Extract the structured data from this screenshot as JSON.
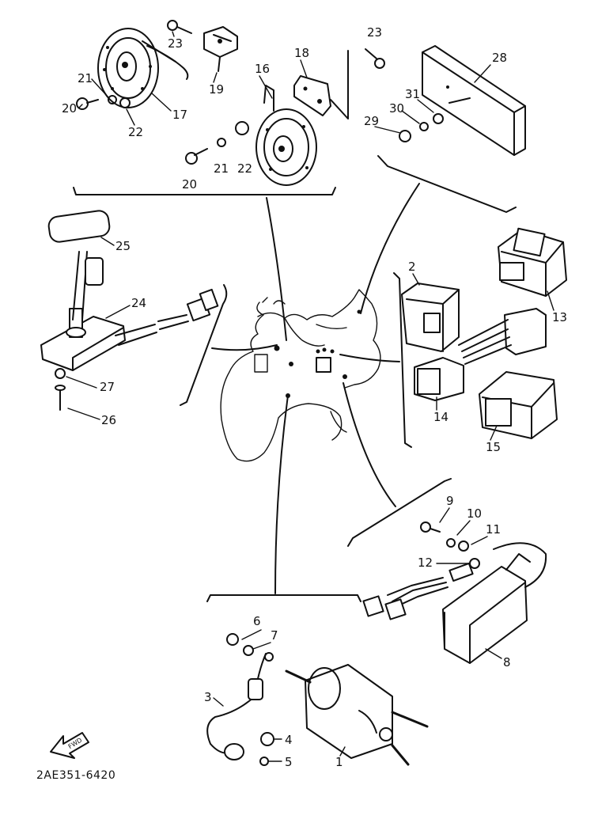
{
  "diagram": {
    "drawing_code": "2AE351-6420",
    "front_arrow_label": "FWD",
    "part_numbers": [
      "1",
      "2",
      "3",
      "4",
      "5",
      "6",
      "7",
      "8",
      "9",
      "10",
      "11",
      "12",
      "13",
      "14",
      "15",
      "16",
      "17",
      "18",
      "19",
      "20",
      "21",
      "22",
      "23",
      "24",
      "25",
      "26",
      "27",
      "28",
      "29",
      "30",
      "31"
    ]
  }
}
